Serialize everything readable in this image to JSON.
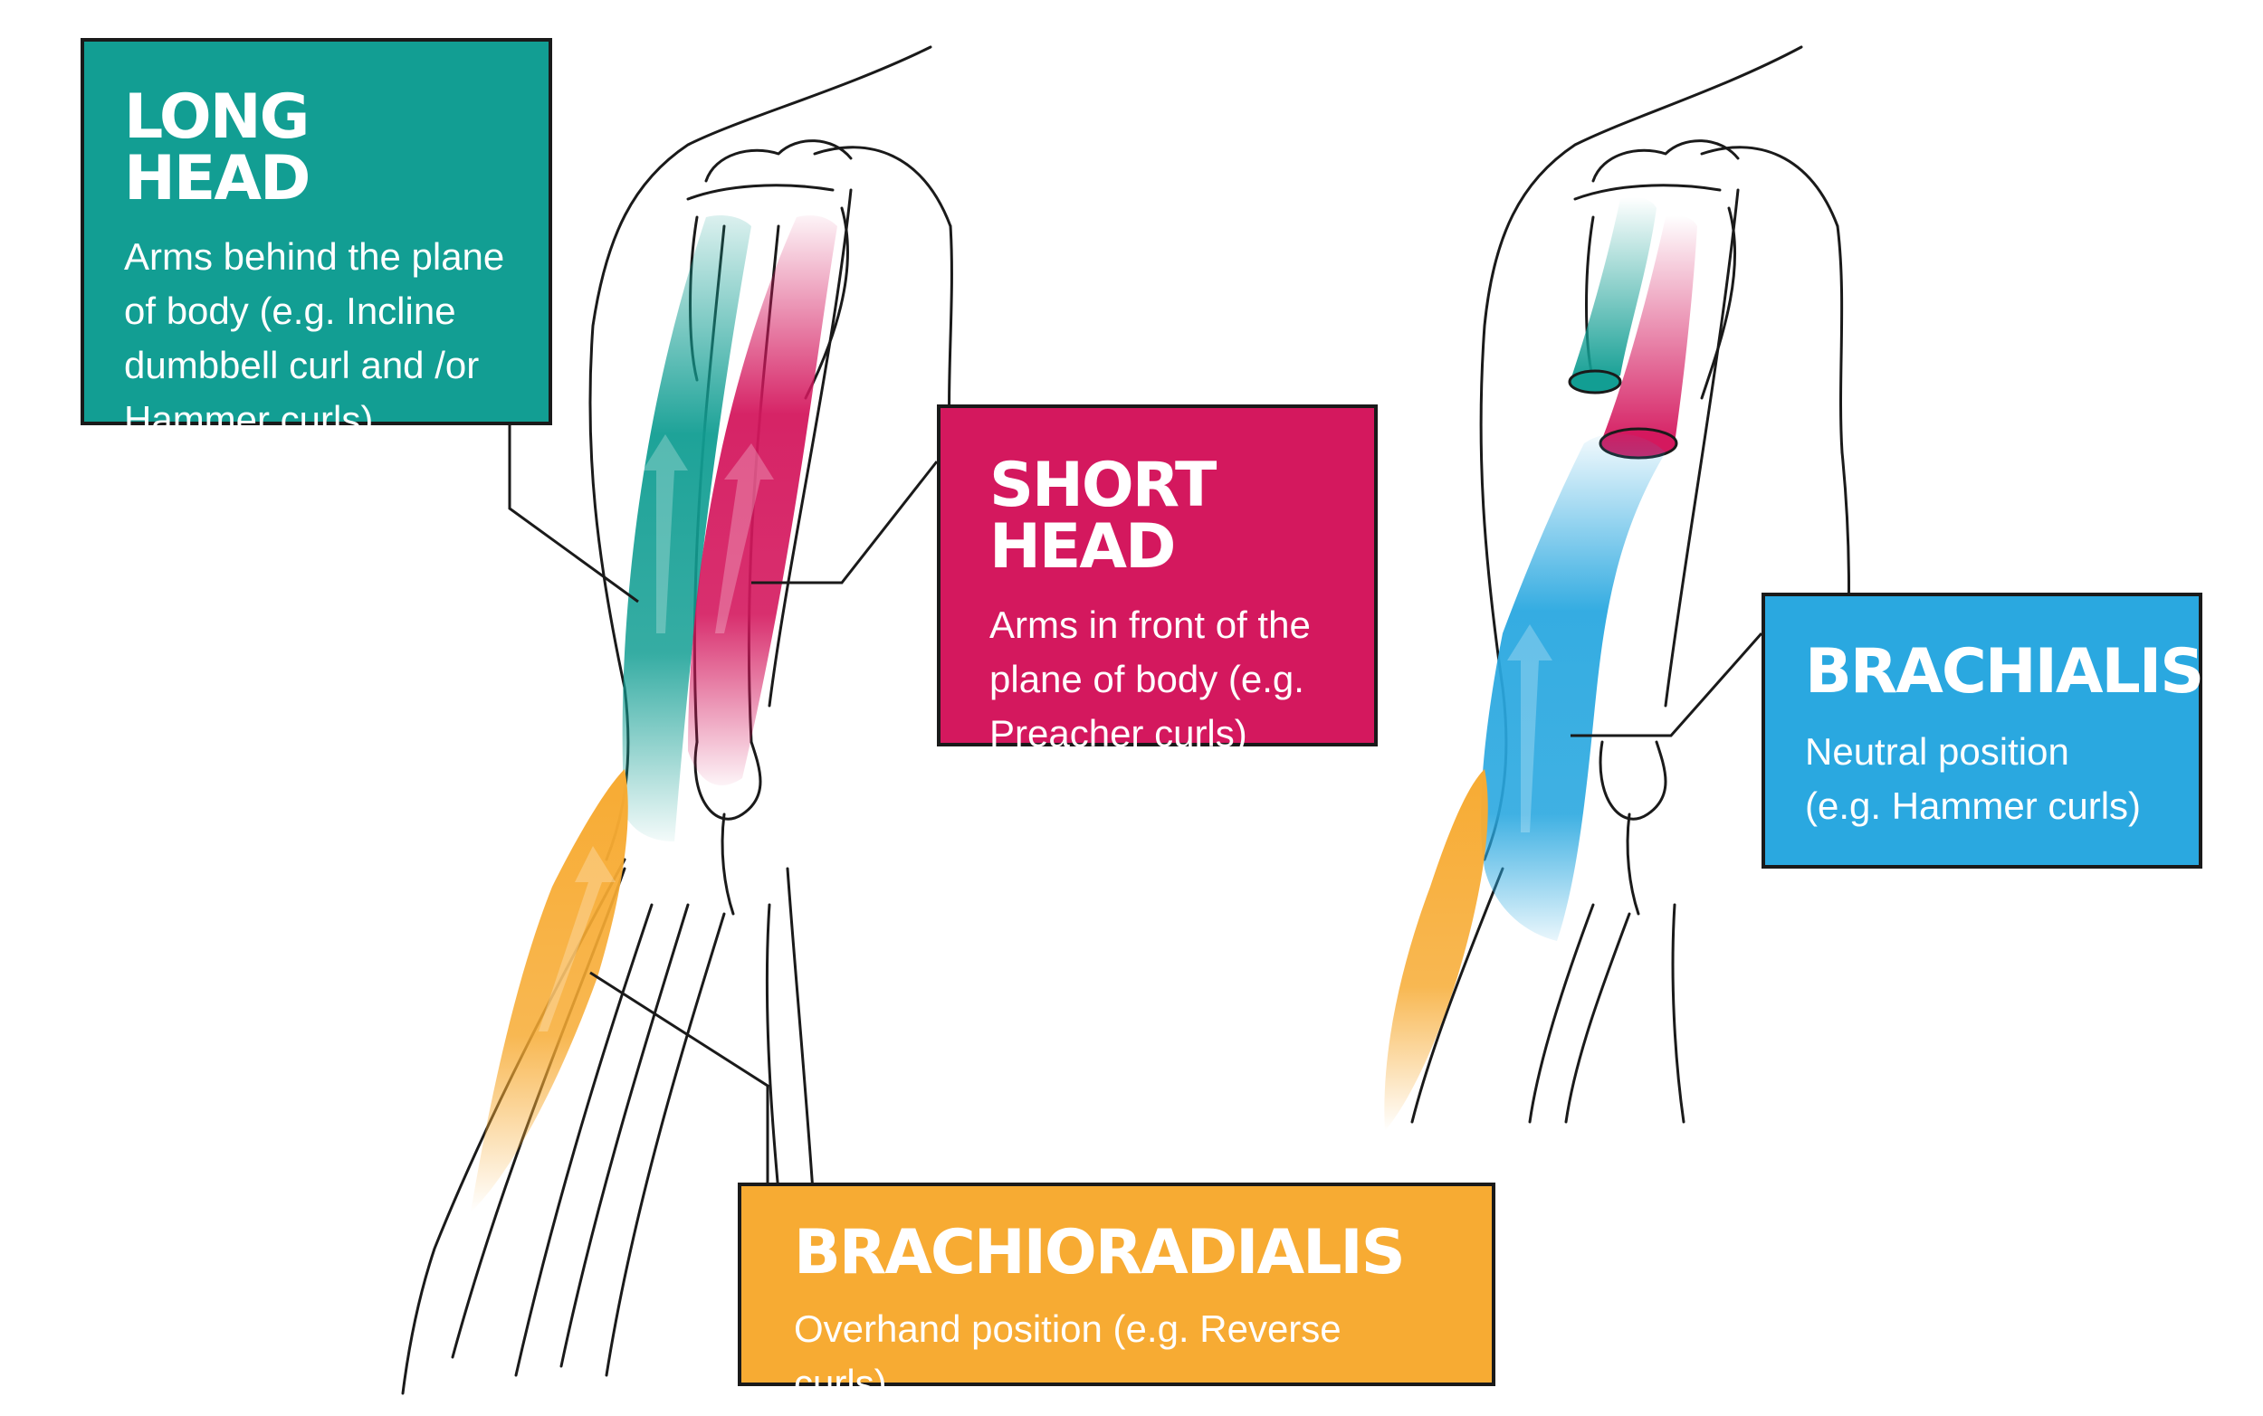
{
  "colors": {
    "long_head": "#129e93",
    "short_head": "#d4185e",
    "brachialis": "#2aa8e0",
    "brachioradialis": "#f7ab33",
    "outline": "#1a1a1a"
  },
  "labels": {
    "long_head": {
      "title": "LONG HEAD",
      "description": "Arms behind the plane\nof body (e.g. Incline\ndumbbell curl and /or\nHammer curls)"
    },
    "short_head": {
      "title": "SHORT HEAD",
      "description": "Arms in front of the\nplane of body (e.g.\nPreacher curls)"
    },
    "brachialis": {
      "title": "BRACHIALIS",
      "description": "Neutral position\n(e.g. Hammer curls)"
    },
    "brachioradialis": {
      "title": "BRACHIORADIALIS",
      "description": "Overhand position (e.g. Reverse curls)"
    }
  }
}
